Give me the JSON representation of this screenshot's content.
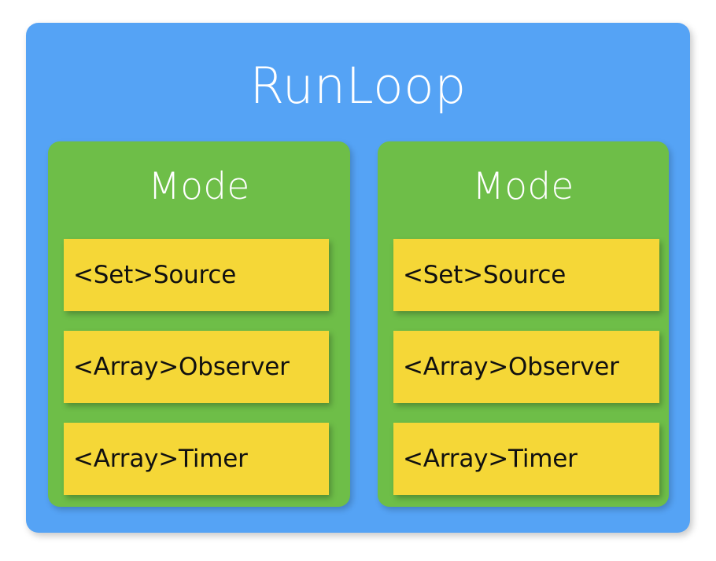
{
  "diagram": {
    "title": "RunLoop",
    "colors": {
      "background": "#ffffff",
      "runloop": "#55a3f5",
      "mode": "#6ebe48",
      "item": "#f5d737",
      "title_text": "#ffffff",
      "item_text": "#101010"
    },
    "modes": [
      {
        "title": "Mode",
        "items": [
          {
            "label": "<Set>Source"
          },
          {
            "label": "<Array>Observer"
          },
          {
            "label": "<Array>Timer"
          }
        ]
      },
      {
        "title": "Mode",
        "items": [
          {
            "label": "<Set>Source"
          },
          {
            "label": "<Array>Observer"
          },
          {
            "label": "<Array>Timer"
          }
        ]
      }
    ]
  }
}
